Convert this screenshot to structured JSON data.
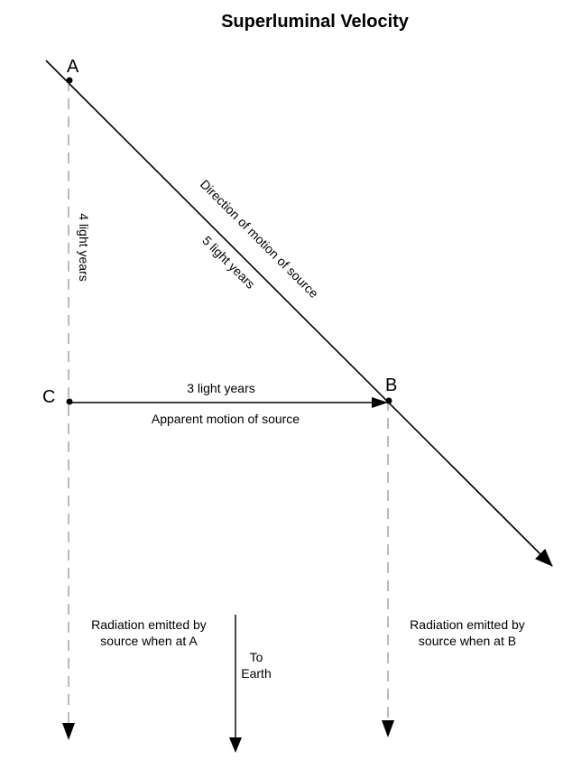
{
  "title": "Superluminal Velocity",
  "points": {
    "a": "A",
    "b": "B",
    "c": "C"
  },
  "labels": {
    "direction": "Direction of motion of source",
    "ab_distance": "5 light years",
    "ac_distance": "4 light years",
    "cb_distance": "3 light years",
    "apparent": "Apparent motion of source",
    "rad_a_line1": "Radiation emitted  by",
    "rad_a_line2": "source when at A",
    "rad_b_line1": "Radiation emitted by",
    "rad_b_line2": "source when at B",
    "earth_line1": "To",
    "earth_line2": "Earth"
  }
}
